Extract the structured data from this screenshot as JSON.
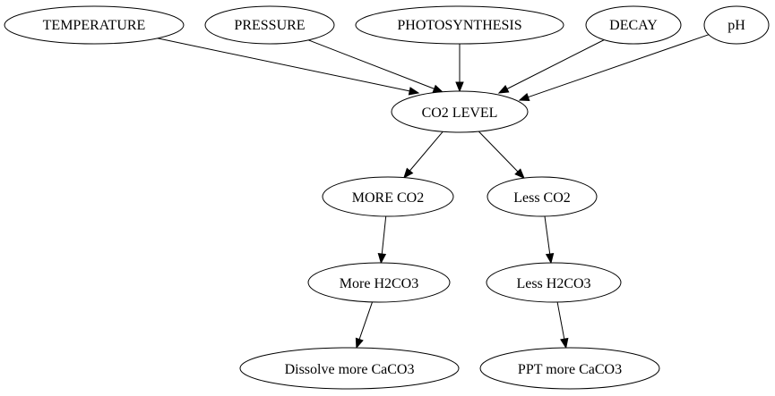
{
  "nodes": {
    "temperature": "TEMPERATURE",
    "pressure": "PRESSURE",
    "photosynthesis": "PHOTOSYNTHESIS",
    "decay": "DECAY",
    "ph": "pH",
    "co2_level": "CO2 LEVEL",
    "more_co2": "MORE CO2",
    "less_co2": "Less CO2",
    "more_h2co3": "More H2CO3",
    "less_h2co3": "Less H2CO3",
    "dissolve_more_caco3": "Dissolve more CaCO3",
    "ppt_more_caco3": "PPT more CaCO3"
  },
  "edges": [
    {
      "from": "temperature",
      "to": "co2_level"
    },
    {
      "from": "pressure",
      "to": "co2_level"
    },
    {
      "from": "photosynthesis",
      "to": "co2_level"
    },
    {
      "from": "decay",
      "to": "co2_level"
    },
    {
      "from": "ph",
      "to": "co2_level"
    },
    {
      "from": "co2_level",
      "to": "more_co2"
    },
    {
      "from": "co2_level",
      "to": "less_co2"
    },
    {
      "from": "more_co2",
      "to": "more_h2co3"
    },
    {
      "from": "less_co2",
      "to": "less_h2co3"
    },
    {
      "from": "more_h2co3",
      "to": "dissolve_more_caco3"
    },
    {
      "from": "less_h2co3",
      "to": "ppt_more_caco3"
    }
  ],
  "colors": {
    "stroke": "#000000",
    "background": "#ffffff"
  }
}
